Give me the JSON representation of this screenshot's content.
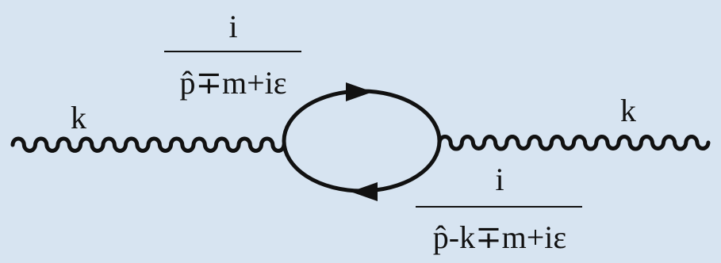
{
  "diagram": {
    "background": "#d7e4f1",
    "ink": "#111111",
    "momentum_left": "k",
    "momentum_right": "k",
    "propagator_top": {
      "numerator": "i",
      "denominator": "p̂∓m+iε"
    },
    "propagator_bottom": {
      "numerator": "i",
      "denominator": "p̂-k∓m+iε"
    }
  }
}
